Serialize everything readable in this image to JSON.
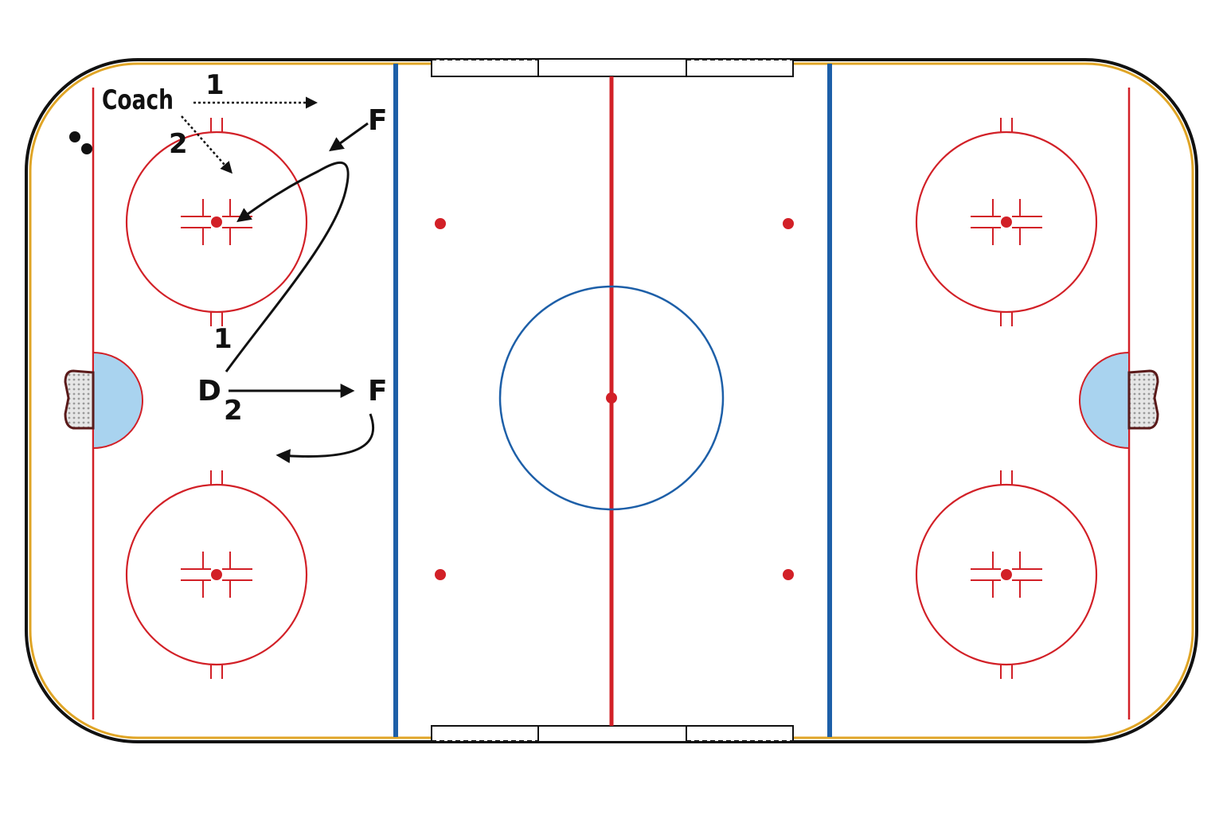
{
  "colors": {
    "board": "#111111",
    "board_kick": "#e0a526",
    "red_line": "#d22027",
    "blue_line": "#1d5fa8",
    "crease": "#a9d3ef",
    "net": "#d9d9d9",
    "ink": "#111111"
  },
  "labels": {
    "coach": "Coach",
    "coach_pass_1": "1",
    "coach_pass_2": "2",
    "forward_top": "F",
    "forward_mid": "F",
    "defense": "D",
    "d_step_1": "1",
    "d_step_2": "2"
  }
}
